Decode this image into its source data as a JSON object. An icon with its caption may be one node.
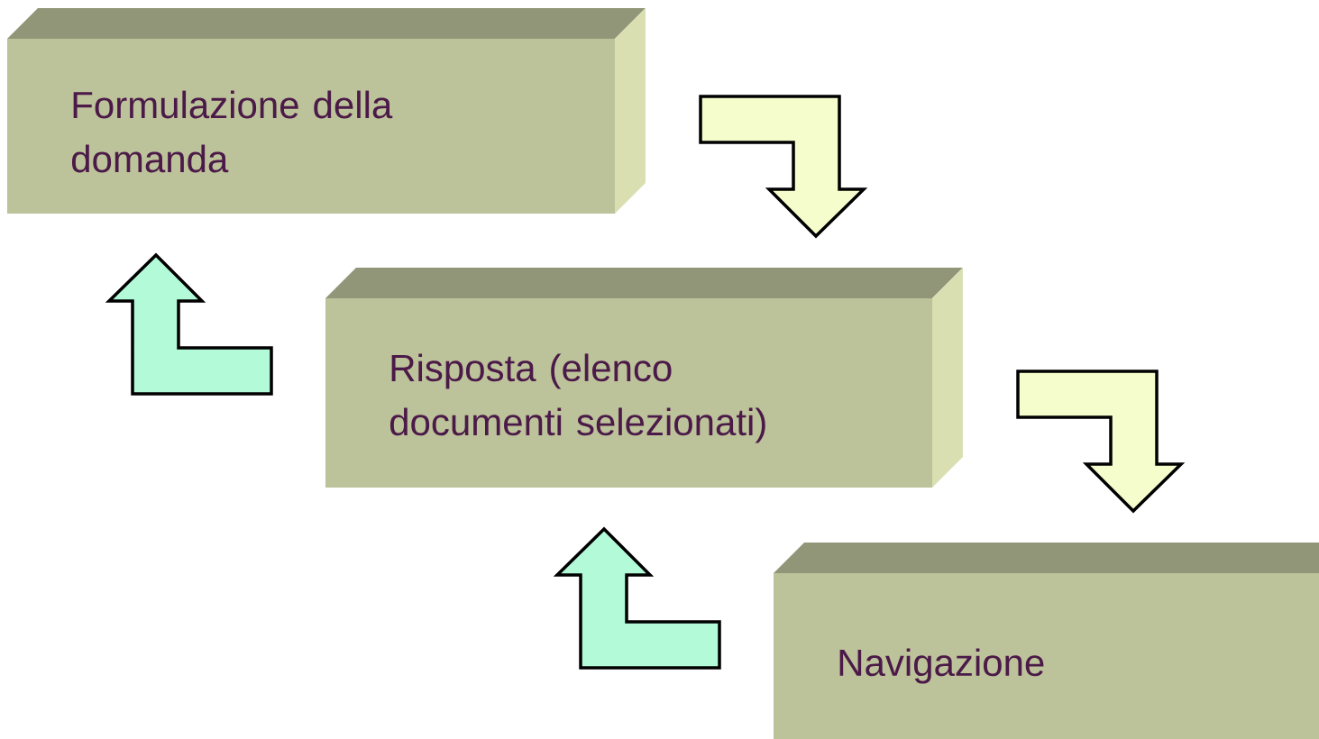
{
  "diagram": {
    "nodes": [
      {
        "text": [
          "Formulazione della domanda"
        ]
      },
      {
        "text": [
          "Risposta (elenco documenti selezionati)"
        ]
      },
      {
        "text": [
          "Navigazione"
        ]
      }
    ],
    "edges": [
      {
        "from": 0,
        "to": 1,
        "arrow": "to",
        "color": "#f6fdcc"
      },
      {
        "from": 1,
        "to": 0,
        "arrow": "to",
        "color": "#b3fbd8"
      },
      {
        "from": 1,
        "to": 2,
        "arrow": "to",
        "color": "#f6fdcc"
      },
      {
        "from": 2,
        "to": 1,
        "arrow": "to",
        "color": "#b3fbd8"
      }
    ]
  }
}
